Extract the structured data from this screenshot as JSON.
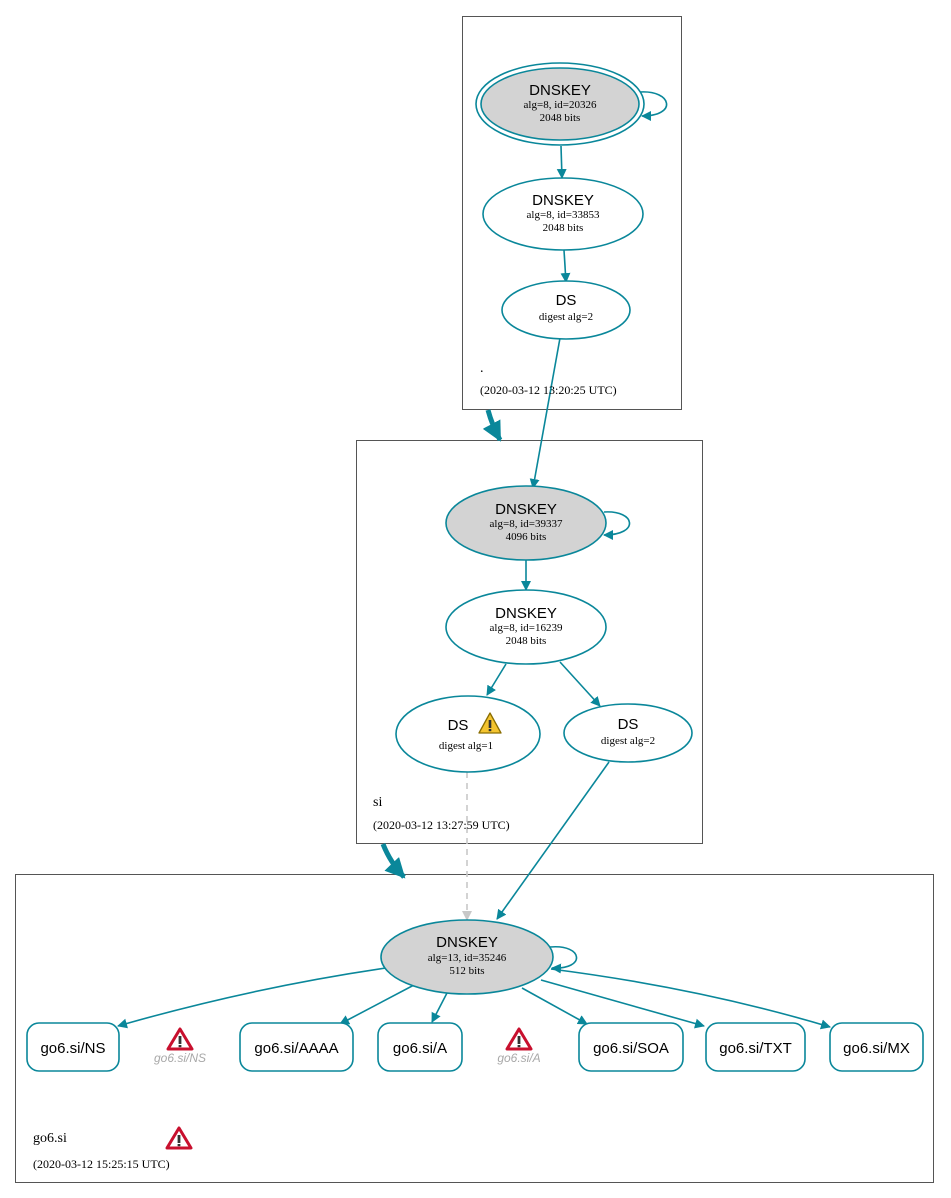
{
  "colors": {
    "edge": "#0a879a",
    "key_fill_trusted": "#d3d3d3",
    "zone_border": "#555555",
    "ignored_edge": "#c0c0c0",
    "warning_yellow": "#f4c430",
    "error_red": "#c8102e",
    "muted_text": "#a8a8a8"
  },
  "zones": {
    "root": {
      "name": ".",
      "timestamp": "(2020-03-12 13:20:25 UTC)"
    },
    "si": {
      "name": "si",
      "timestamp": "(2020-03-12 13:27:59 UTC)"
    },
    "go6": {
      "name": "go6.si",
      "timestamp": "(2020-03-12 15:25:15 UTC)"
    }
  },
  "nodes": {
    "root_ksk": {
      "title": "DNSKEY",
      "line1": "alg=8, id=20326",
      "line2": "2048 bits"
    },
    "root_zsk": {
      "title": "DNSKEY",
      "line1": "alg=8, id=33853",
      "line2": "2048 bits"
    },
    "root_ds": {
      "title": "DS",
      "line1": "digest alg=2"
    },
    "si_ksk": {
      "title": "DNSKEY",
      "line1": "alg=8, id=39337",
      "line2": "4096 bits"
    },
    "si_zsk": {
      "title": "DNSKEY",
      "line1": "alg=8, id=16239",
      "line2": "2048 bits"
    },
    "si_ds1": {
      "title": "DS",
      "line1": "digest alg=1"
    },
    "si_ds2": {
      "title": "DS",
      "line1": "digest alg=2"
    },
    "go6_key": {
      "title": "DNSKEY",
      "line1": "alg=13, id=35246",
      "line2": "512 bits"
    }
  },
  "records": {
    "ns": "go6.si/NS",
    "aaaa": "go6.si/AAAA",
    "a": "go6.si/A",
    "soa": "go6.si/SOA",
    "txt": "go6.si/TXT",
    "mx": "go6.si/MX"
  },
  "errors": {
    "ns": "go6.si/NS",
    "a": "go6.si/A"
  },
  "icons": {
    "warning": "warning-triangle-icon",
    "error": "error-triangle-icon"
  }
}
